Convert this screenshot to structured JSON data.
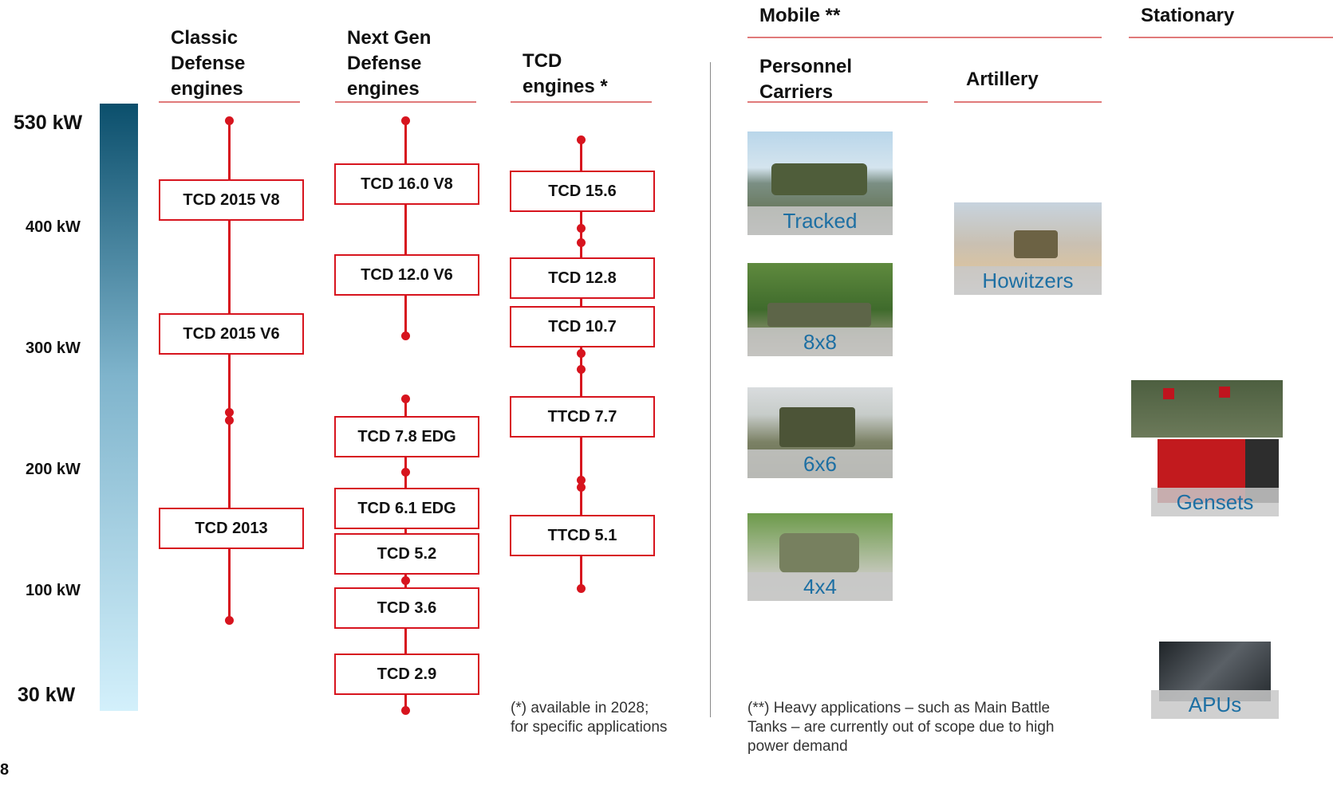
{
  "colors": {
    "accent": "#d7141e",
    "caption": "#1d6fa3",
    "gradient_top": "#0b4f6c",
    "gradient_bottom": "#d3f0fb"
  },
  "headers": {
    "classic": [
      "Classic",
      "Defense",
      "engines"
    ],
    "nextgen": [
      "Next Gen",
      "Defense",
      "engines"
    ],
    "tcd": [
      "TCD",
      "engines *"
    ],
    "mobile": "Mobile **",
    "stationary": "Stationary",
    "personnel": [
      "Personnel",
      "Carriers"
    ],
    "artillery": "Artillery"
  },
  "power_scale": {
    "labels": [
      "530 kW",
      "400 kW",
      "300 kW",
      "200 kW",
      "100 kW",
      "30 kW"
    ]
  },
  "classic_engines": [
    "TCD 2015 V8",
    "TCD 2015 V6",
    "TCD 2013"
  ],
  "nextgen_engines": [
    "TCD 16.0 V8",
    "TCD 12.0 V6",
    "TCD 7.8 EDG",
    "TCD 6.1 EDG",
    "TCD 5.2",
    "TCD 3.6",
    "TCD 2.9"
  ],
  "tcd_engines": [
    "TCD 15.6",
    "TCD 12.8",
    "TCD 10.7",
    "TTCD 7.7",
    "TTCD 5.1"
  ],
  "applications": {
    "personnel": [
      "Tracked",
      "8x8",
      "6x6",
      "4x4"
    ],
    "artillery": [
      "Howitzers"
    ],
    "stationary": [
      "Gensets",
      "APUs"
    ]
  },
  "notes": {
    "tcd": [
      "(*) available in 2028;",
      "for specific applications"
    ],
    "mobile": [
      "(**) Heavy applications – such as Main Battle",
      "Tanks – are currently out of scope due to high",
      "power demand"
    ]
  },
  "page_number": "8"
}
